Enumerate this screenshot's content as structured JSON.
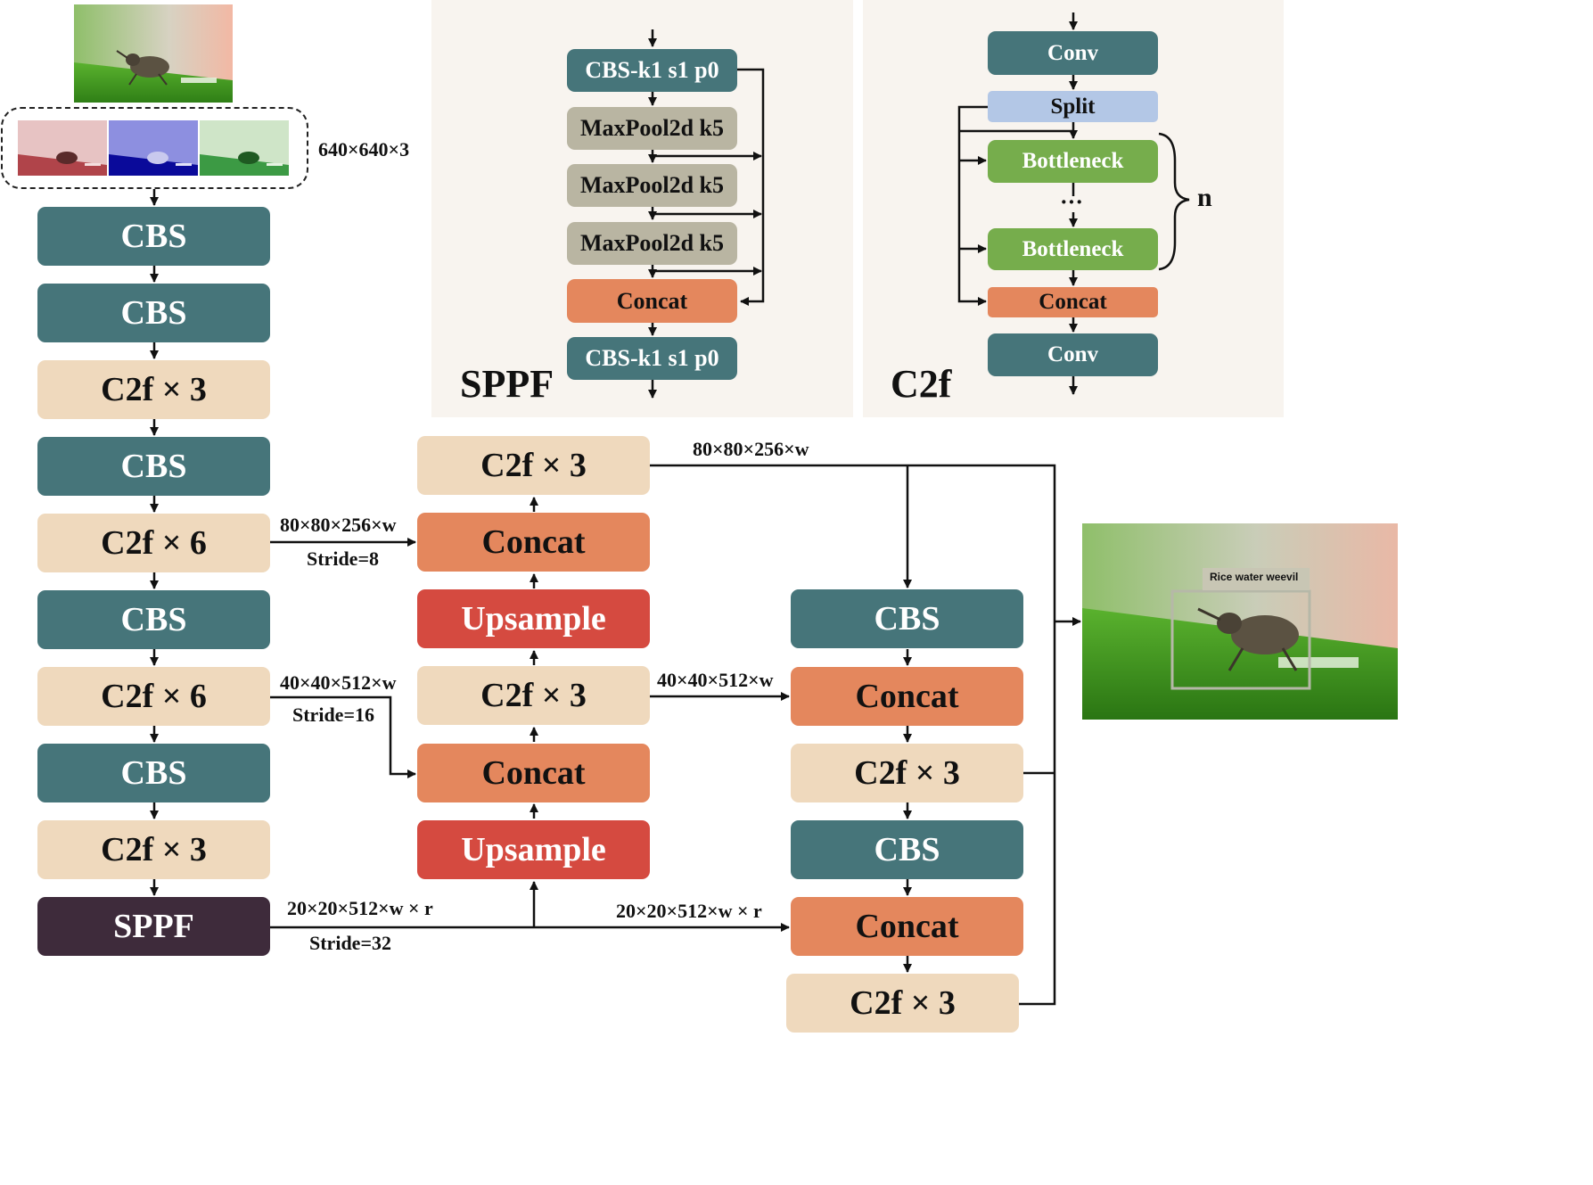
{
  "input": {
    "size_label": "640×640×3"
  },
  "backbone": [
    {
      "id": "b1",
      "label": "CBS"
    },
    {
      "id": "b2",
      "label": "CBS"
    },
    {
      "id": "b3",
      "label": "C2f × 3"
    },
    {
      "id": "b4",
      "label": "CBS"
    },
    {
      "id": "b5",
      "label": "C2f × 6"
    },
    {
      "id": "b6",
      "label": "CBS"
    },
    {
      "id": "b7",
      "label": "C2f × 6"
    },
    {
      "id": "b8",
      "label": "CBS"
    },
    {
      "id": "b9",
      "label": "C2f × 3"
    },
    {
      "id": "b10",
      "label": "SPPF"
    }
  ],
  "neck_up": [
    {
      "id": "n1",
      "label": "C2f × 3"
    },
    {
      "id": "n2",
      "label": "Concat"
    },
    {
      "id": "n3",
      "label": "Upsample"
    },
    {
      "id": "n4",
      "label": "C2f × 3"
    },
    {
      "id": "n5",
      "label": "Concat"
    },
    {
      "id": "n6",
      "label": "Upsample"
    }
  ],
  "neck_down": [
    {
      "id": "d1",
      "label": "CBS"
    },
    {
      "id": "d2",
      "label": "Concat"
    },
    {
      "id": "d3",
      "label": "C2f × 3"
    },
    {
      "id": "d4",
      "label": "CBS"
    },
    {
      "id": "d5",
      "label": "Concat"
    },
    {
      "id": "d6",
      "label": "C2f × 3"
    }
  ],
  "edge_labels": {
    "p3_size": "80×80×256×w",
    "p3_stride": "Stride=8",
    "p4_size": "40×40×512×w",
    "p4_stride": "Stride=16",
    "p5_size": "20×20×512×w × r",
    "p5_stride": "Stride=32",
    "top_size": "80×80×256×w",
    "mid_size": "40×40×512×w",
    "bottom_size": "20×20×512×w × r"
  },
  "sppf_panel": {
    "title": "SPPF",
    "blocks": [
      "CBS-k1 s1 p0",
      "MaxPool2d k5",
      "MaxPool2d k5",
      "MaxPool2d k5",
      "Concat",
      "CBS-k1 s1 p0"
    ]
  },
  "c2f_panel": {
    "title": "C2f",
    "blocks": [
      "Conv",
      "Split",
      "Bottleneck",
      "···",
      "Bottleneck",
      "Concat",
      "Conv"
    ],
    "repeat_label": "n"
  },
  "output": {
    "detection_label": "Rice water weevil"
  },
  "colors": {
    "cbs": "#46757a",
    "c2f": "#efd9bd",
    "concat": "#e4875d",
    "upsample": "#d54a40",
    "sppf": "#3e2b3b",
    "maxpool": "#b9b5a2",
    "split": "#b3c7e6",
    "bottleneck": "#76ad4c"
  }
}
